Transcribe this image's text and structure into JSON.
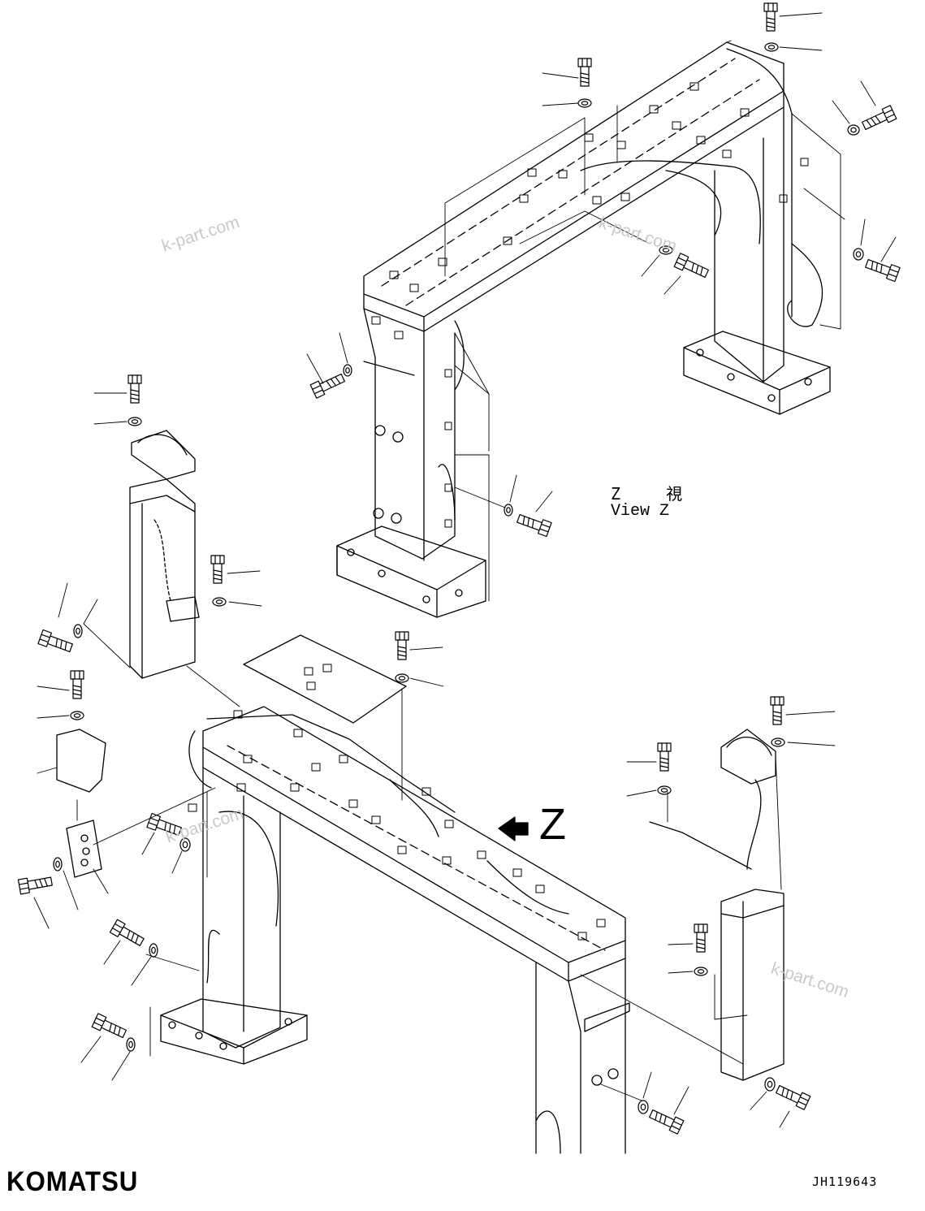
{
  "view_label_jp": "Z 視",
  "view_label_en": "View Z",
  "direction_letter": "Z",
  "brand": "KOMATSU",
  "drawing_code": "JH119643",
  "watermarks": [
    "k-part.com",
    "k-part.com",
    "k-part.com",
    "k-part.com"
  ],
  "colors": {
    "ink": "#000000",
    "watermark": "#c9c9c9",
    "background": "#ffffff"
  }
}
